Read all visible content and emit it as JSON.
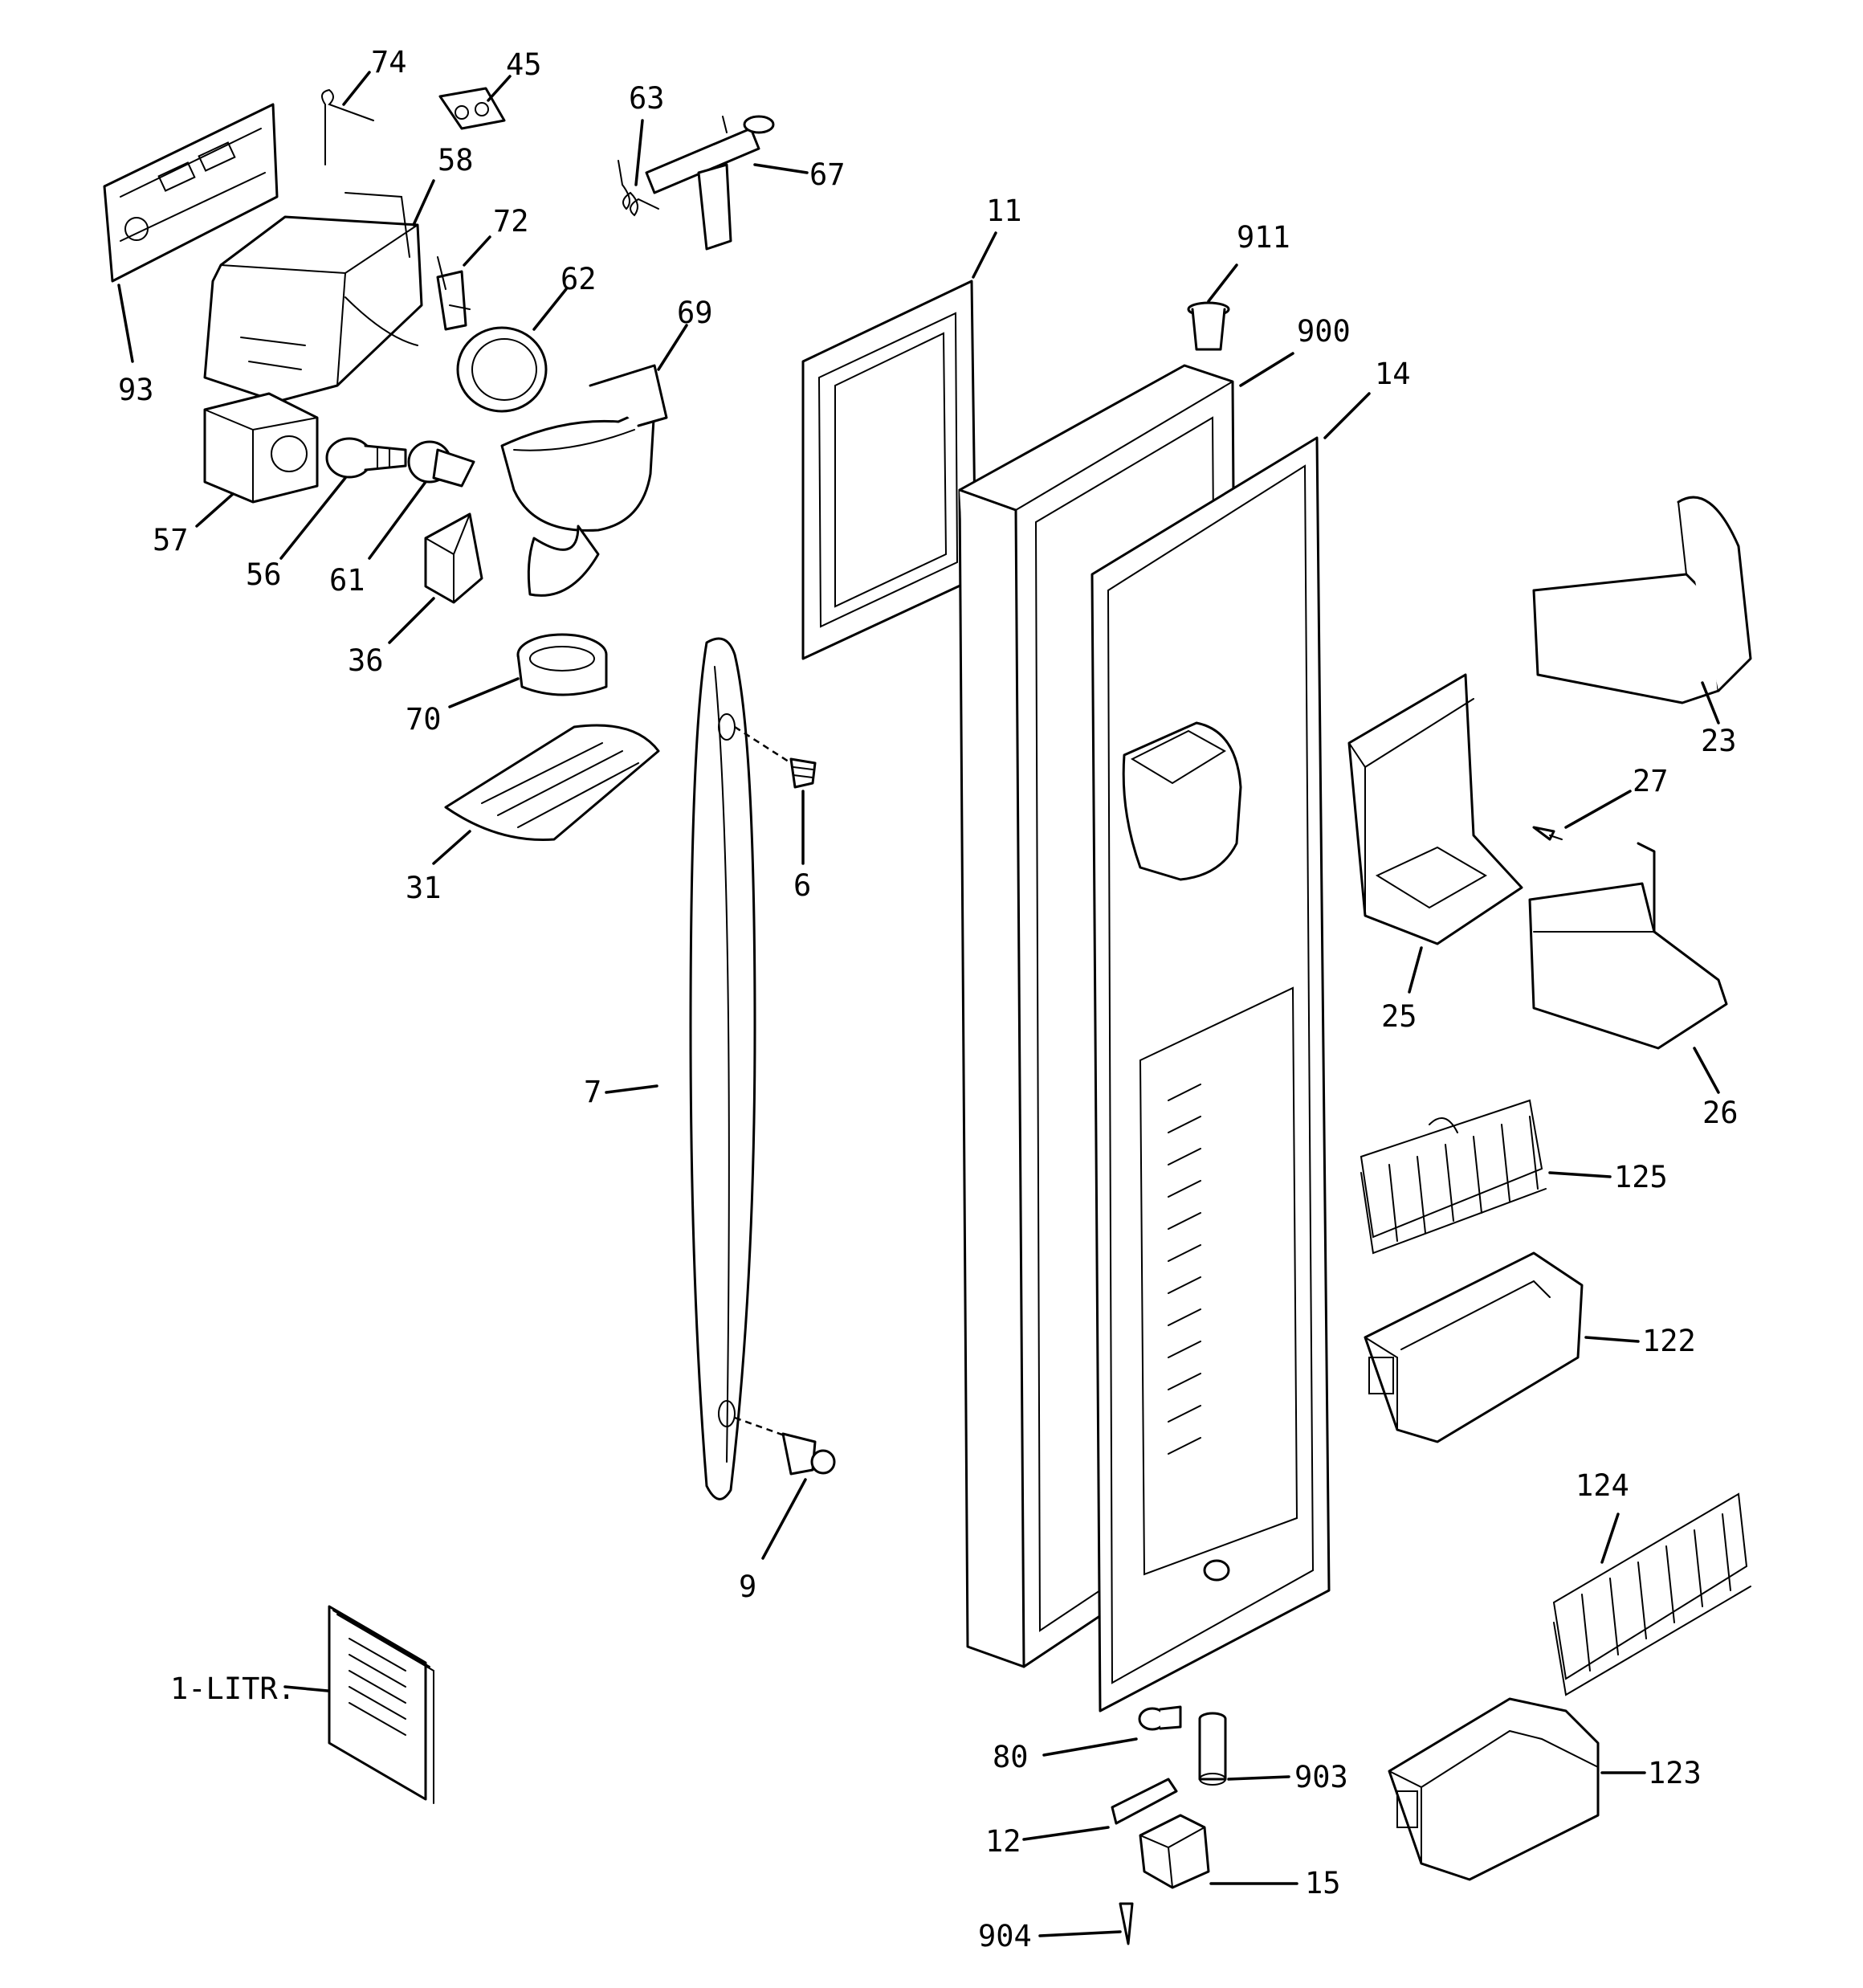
{
  "callouts": {
    "p74": "74",
    "p45": "45",
    "p63": "63",
    "p67": "67",
    "p58": "58",
    "p72": "72",
    "p93": "93",
    "p62": "62",
    "p69": "69",
    "p11": "11",
    "p911": "911",
    "p900": "900",
    "p14": "14",
    "p57": "57",
    "p56": "56",
    "p61": "61",
    "p36": "36",
    "p70": "70",
    "p31": "31",
    "p6": "6",
    "p23": "23",
    "p27": "27",
    "p25": "25",
    "p26": "26",
    "p7": "7",
    "p125": "125",
    "p122": "122",
    "p9": "9",
    "p124": "124",
    "p1litr": "1-LITR.",
    "p80": "80",
    "p903": "903",
    "p123": "123",
    "p12": "12",
    "p15": "15",
    "p904": "904"
  },
  "colors": {
    "ink": "#000000",
    "paper": "#ffffff"
  }
}
